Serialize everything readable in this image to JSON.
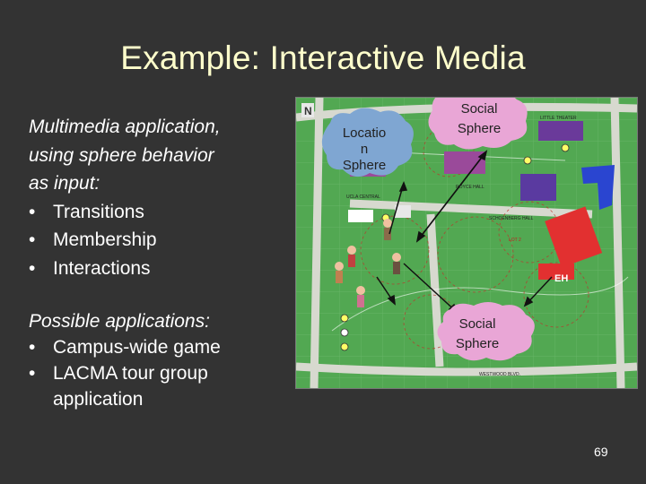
{
  "slide": {
    "title": "Example: Interactive Media",
    "page_number": "69"
  },
  "block1": {
    "intro_lines": [
      "Multimedia application,",
      "using sphere behavior",
      "as input:"
    ],
    "bullets": [
      "Transitions",
      "Membership",
      "Interactions"
    ]
  },
  "block2": {
    "intro": "Possible applications:",
    "bullets": [
      "Campus-wide game",
      "LACMA tour group application"
    ]
  },
  "map": {
    "bubbles": {
      "location": [
        "Locatio",
        "n",
        "Sphere"
      ],
      "social_top": [
        "Social",
        "Sphere"
      ],
      "social_bottom": [
        "Social",
        "Sphere"
      ]
    },
    "labels": {
      "n_marker": "N",
      "royce_hall": "ROYCE HALL",
      "schoenberg": "SCHOENBERG HALL",
      "ucla_central": "UCLA CENTRAL",
      "westwood": "WESTWOOD BLVD.",
      "theater": "LITTLE THEATER",
      "eh": "EH",
      "lot": "LOT 2"
    },
    "colors": {
      "grass": "#52a852",
      "bubble": "#7fa6d2",
      "bubble_pink": "#e9a6d6",
      "building_red": "#e23030",
      "building_blue": "#2a45d0",
      "road": "#d7d9cf"
    }
  }
}
